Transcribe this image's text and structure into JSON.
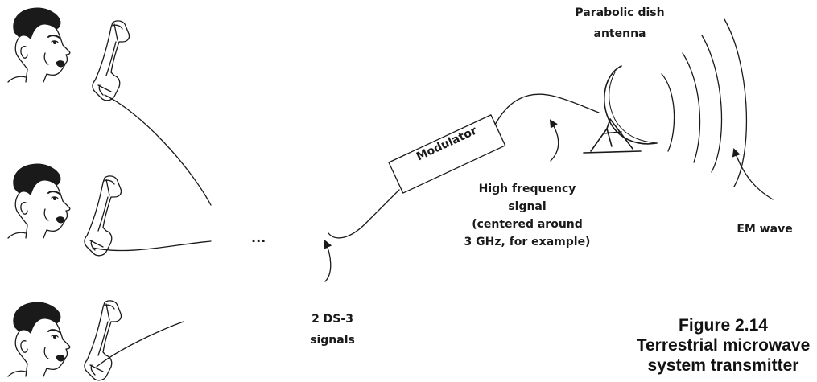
{
  "labels": {
    "antenna": "Parabolic dish\nantenna",
    "modulator": "Modulator",
    "high_freq": "High frequency\nsignal\n(centered around\n3 GHz, for example)",
    "em_wave": "EM wave",
    "ds3": "2 DS-3\nsignals",
    "ellipsis": "..."
  },
  "caption": {
    "number": "Figure 2.14",
    "line1": "Terrestrial microwave",
    "line2": "system transmitter"
  },
  "colors": {
    "ink": "#1a1a1a",
    "background": "#ffffff"
  },
  "icons": [
    "person-head-icon",
    "telephone-handset-icon",
    "parabolic-dish-icon"
  ]
}
